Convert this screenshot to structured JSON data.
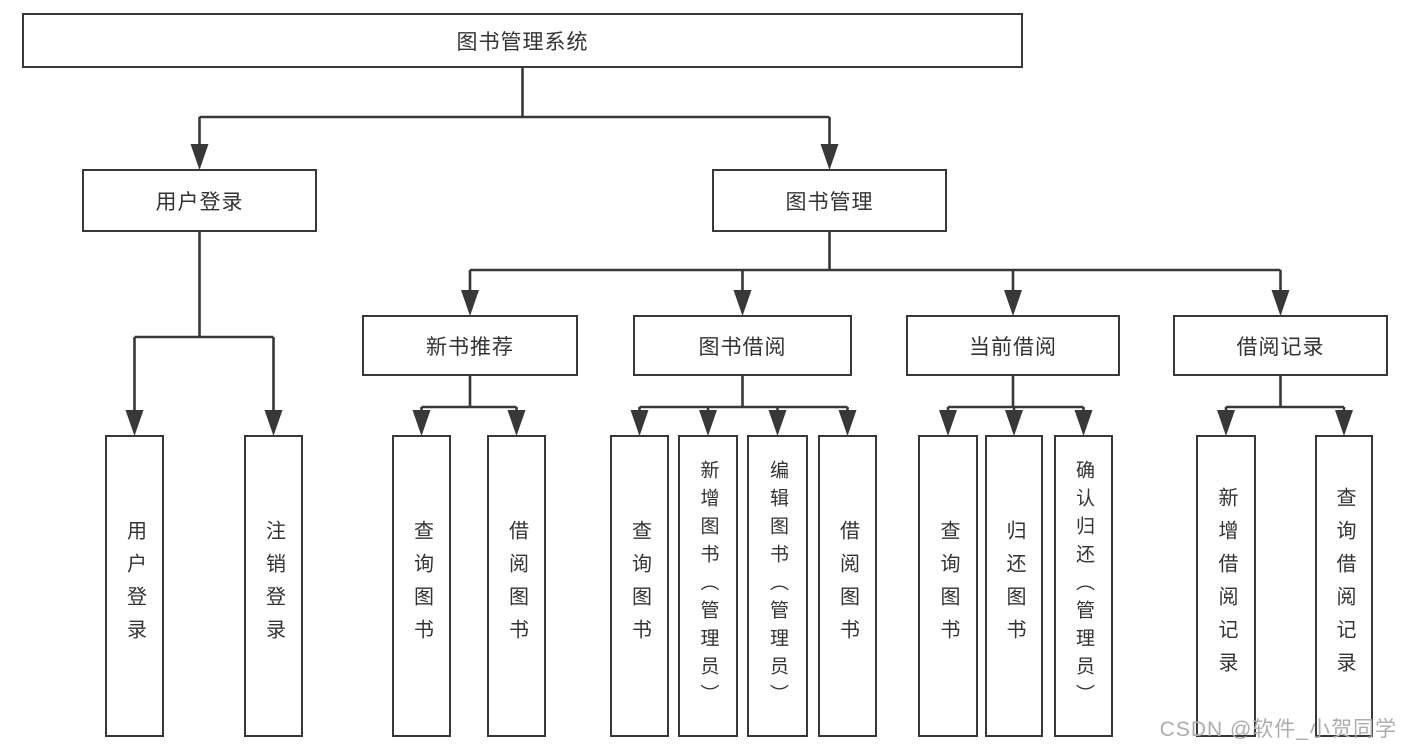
{
  "tree": {
    "label": "图书管理系统",
    "children": [
      {
        "label": "用户登录",
        "children": [
          {
            "label": "用户登录"
          },
          {
            "label": "注销登录"
          }
        ]
      },
      {
        "label": "图书管理",
        "children": [
          {
            "label": "新书推荐",
            "children": [
              {
                "label": "查询图书"
              },
              {
                "label": "借阅图书"
              }
            ]
          },
          {
            "label": "图书借阅",
            "children": [
              {
                "label": "查询图书"
              },
              {
                "label": "新增图书（管理员）"
              },
              {
                "label": "编辑图书（管理员）"
              },
              {
                "label": "借阅图书"
              }
            ]
          },
          {
            "label": "当前借阅",
            "children": [
              {
                "label": "查询图书"
              },
              {
                "label": "归还图书"
              },
              {
                "label": "确认归还（管理员）"
              }
            ]
          },
          {
            "label": "借阅记录",
            "children": [
              {
                "label": "新增借阅记录"
              },
              {
                "label": "查询借阅记录"
              }
            ]
          }
        ]
      }
    ]
  },
  "watermark": {
    "text": "CSDN @软件_小贺同学"
  },
  "colors": {
    "line": "#383838",
    "box_border": "#383838",
    "text": "#333333",
    "watermark": "#adadad",
    "background": "#ffffff"
  }
}
